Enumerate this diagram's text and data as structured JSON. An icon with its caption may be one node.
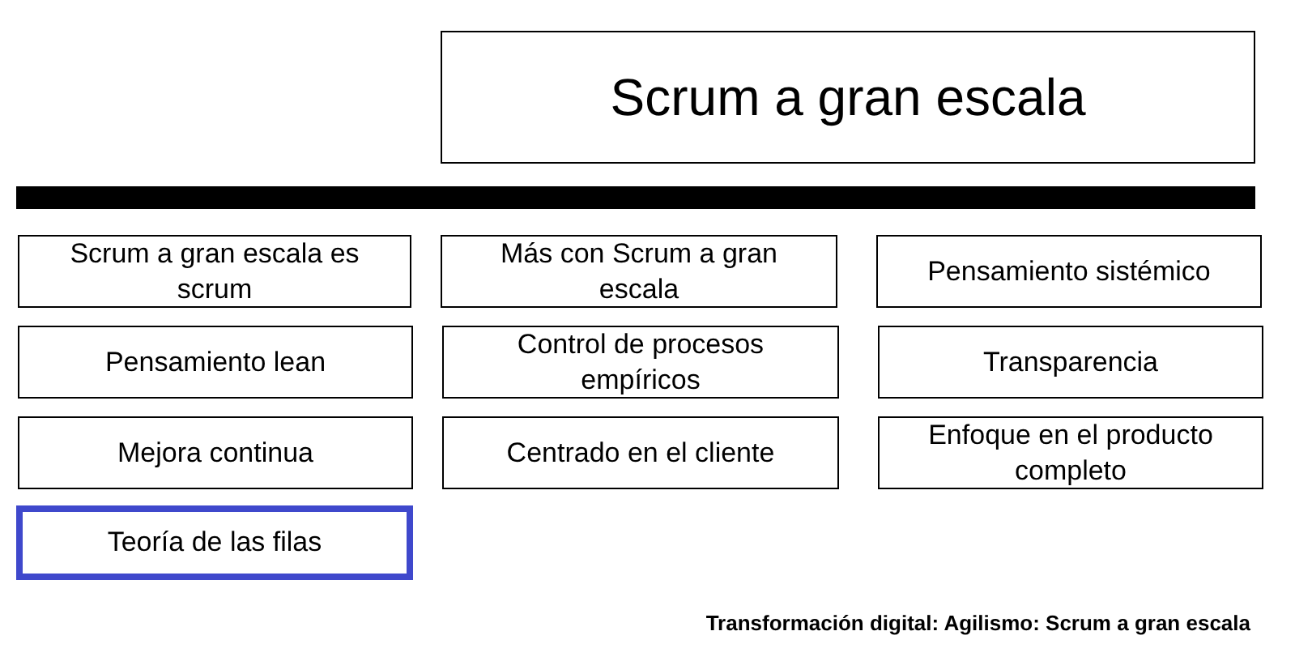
{
  "diagram": {
    "title": "Scrum a gran escala",
    "caption": "Transformación digital: Agilismo: Scrum a gran escala",
    "nodes": [
      {
        "text": [],
        "shape": "bar"
      },
      {
        "text": [
          "Scrum a gran escala es scrum"
        ]
      },
      {
        "text": [
          "Más con Scrum a gran escala"
        ]
      },
      {
        "text": [
          "Pensamiento sistémico"
        ]
      },
      {
        "text": [
          "Pensamiento lean"
        ]
      },
      {
        "text": [
          "Control de procesos empíricos"
        ]
      },
      {
        "text": [
          "Transparencia"
        ]
      },
      {
        "text": [
          "Mejora continua"
        ]
      },
      {
        "text": [
          "Centrado en el cliente"
        ]
      },
      {
        "text": [
          "Enfoque en el producto completo"
        ]
      },
      {
        "text": [
          "Teoría de las filas"
        ]
      }
    ]
  }
}
